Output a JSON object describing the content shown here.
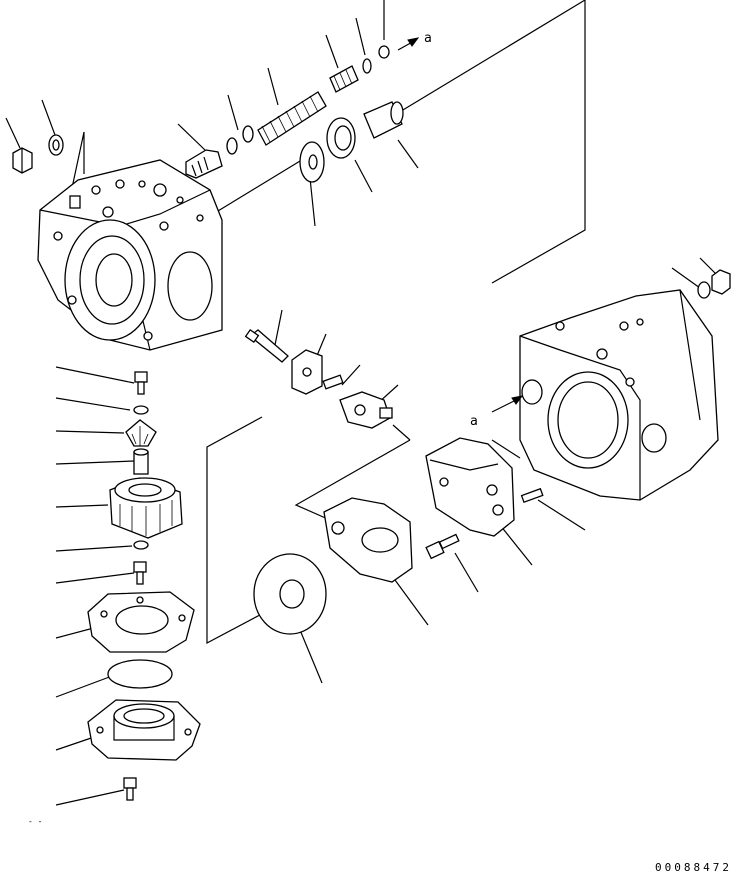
{
  "diagram": {
    "callouts": {
      "a_top": "a",
      "a_right": "a"
    },
    "drawing_number": "00088472"
  }
}
